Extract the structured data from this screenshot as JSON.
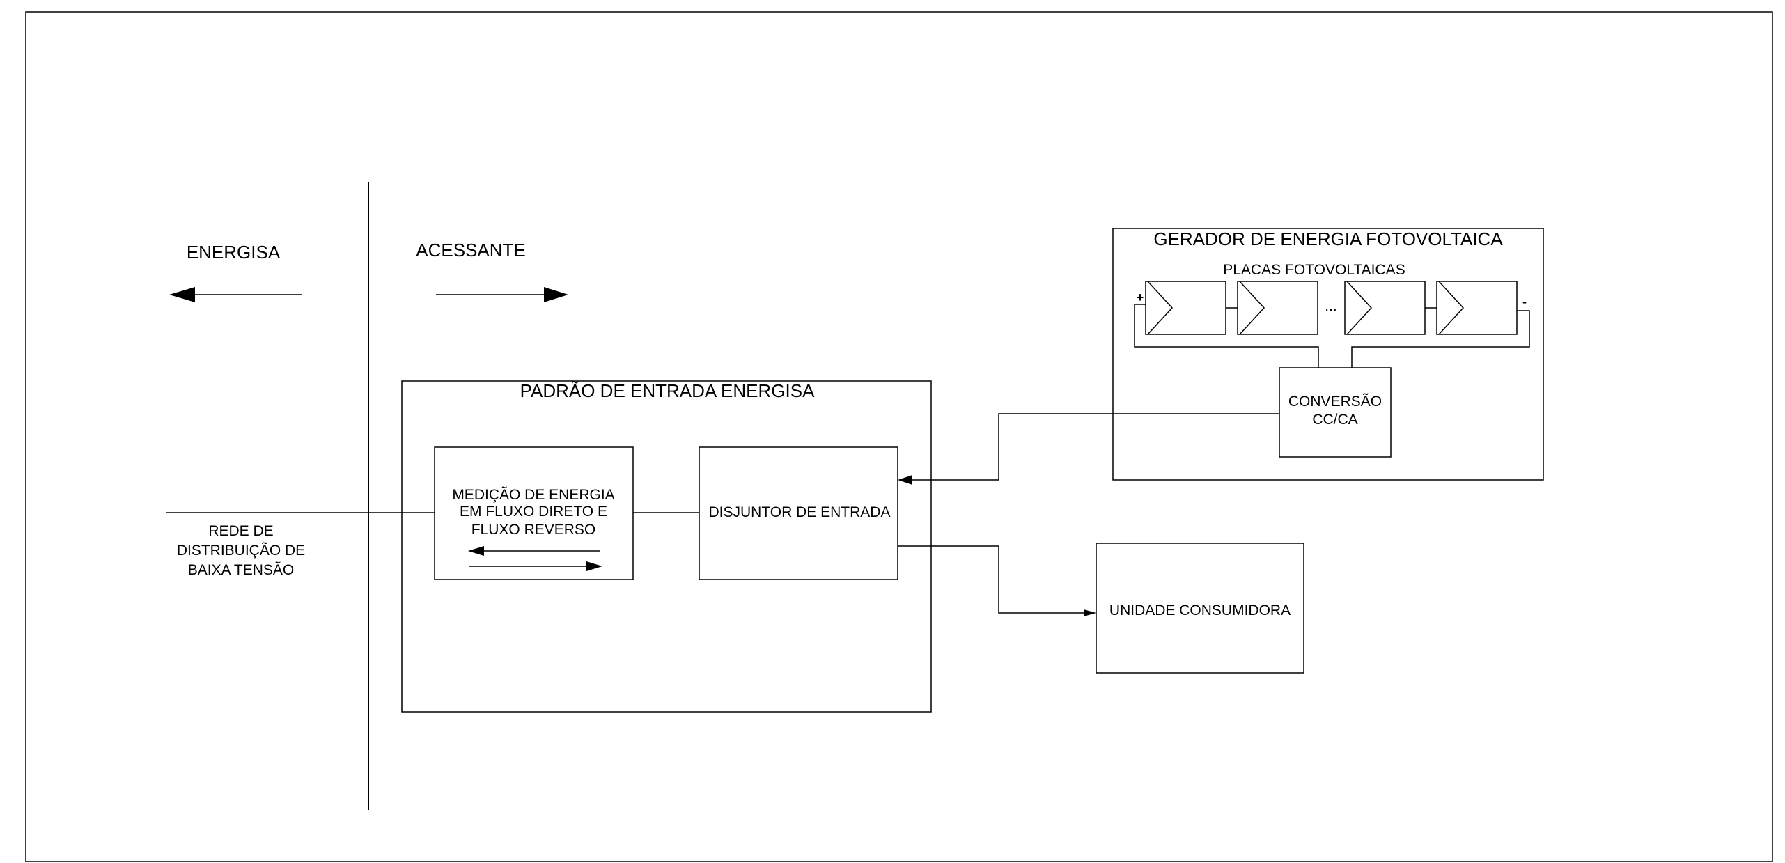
{
  "side_labels": {
    "left": "ENERGISA",
    "right": "ACESSANTE"
  },
  "padrao": {
    "title": "PADRÃO DE ENTRADA ENERGISA",
    "medicao": [
      "MEDIÇÃO DE ENERGIA",
      "EM FLUXO DIRETO E",
      "FLUXO REVERSO"
    ],
    "disjuntor": "DISJUNTOR DE ENTRADA"
  },
  "rede": [
    "REDE DE",
    "DISTRIBUIÇÃO DE",
    "BAIXA TENSÃO"
  ],
  "gerador": {
    "title": "GERADOR DE ENERGIA FOTOVOLTAICA",
    "placas_label": "PLACAS FOTOVOLTAICAS",
    "plus": "+",
    "minus": "-",
    "ellipsis": "...",
    "conversao": [
      "CONVERSÃO",
      "CC/CA"
    ]
  },
  "unidade": "UNIDADE CONSUMIDORA"
}
